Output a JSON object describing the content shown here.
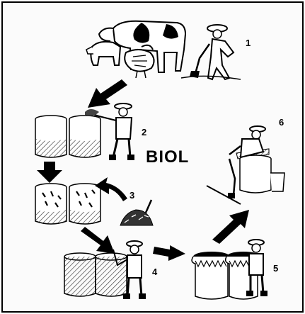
{
  "title": "BIOL",
  "steps": [
    {
      "number": "1",
      "description": "collecting manure from farm animals"
    },
    {
      "number": "2",
      "description": "pouring water into barrels"
    },
    {
      "number": "3",
      "description": "adding ingredients"
    },
    {
      "number": "4",
      "description": "stirring the mixture"
    },
    {
      "number": "5",
      "description": "sealing the barrels"
    },
    {
      "number": "6",
      "description": "filtering the finished biol"
    }
  ],
  "colors": {
    "ink": "#000000",
    "paper": "#fbfbfb",
    "hatch": "#444444"
  }
}
